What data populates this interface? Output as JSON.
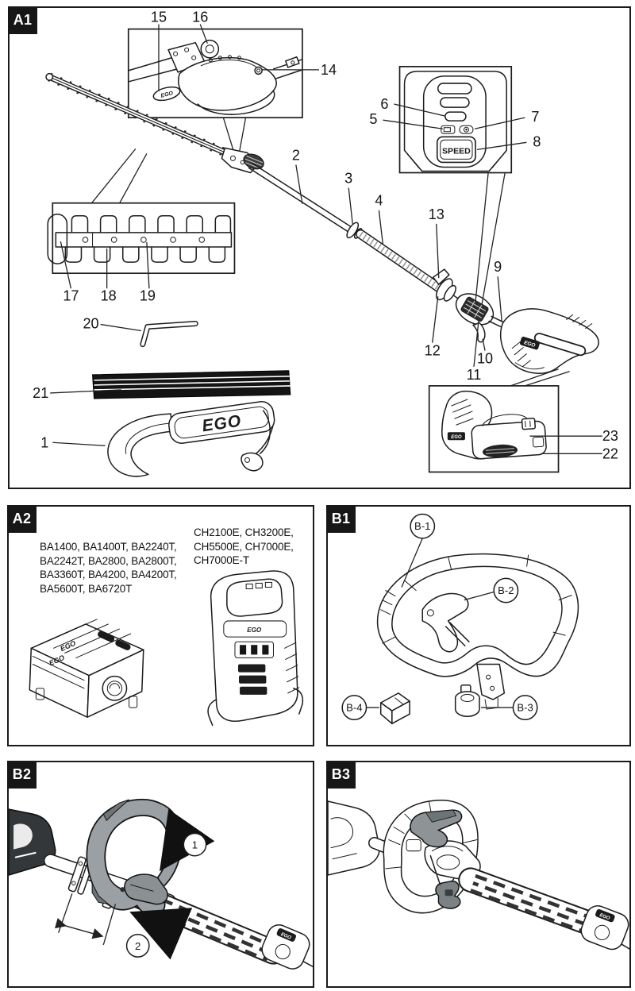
{
  "brand": "EGO",
  "panels": {
    "a1": {
      "label": "A1",
      "speed_button": "SPEED",
      "callouts": {
        "c1": "1",
        "c2": "2",
        "c3": "3",
        "c4": "4",
        "c5": "5",
        "c6": "6",
        "c7": "7",
        "c8": "8",
        "c9": "9",
        "c10": "10",
        "c11": "11",
        "c12": "12",
        "c13": "13",
        "c14": "14",
        "c15": "15",
        "c16": "16",
        "c17": "17",
        "c18": "18",
        "c19": "19",
        "c20": "20",
        "c21": "21",
        "c22": "22",
        "c23": "23"
      }
    },
    "a2": {
      "label": "A2",
      "battery_models": [
        "BA1400, BA1400T, BA2240T,",
        "BA2242T, BA2800, BA2800T,",
        "BA3360T, BA4200, BA4200T,",
        "BA5600T, BA6720T"
      ],
      "charger_models": [
        "CH2100E, CH3200E,",
        "CH5500E, CH7000E,",
        "CH7000E-T"
      ]
    },
    "b1": {
      "label": "B1",
      "callouts": {
        "b1": "B-1",
        "b2": "B-2",
        "b3": "B-3",
        "b4": "B-4"
      }
    },
    "b2": {
      "label": "B2",
      "callouts": {
        "step1": "1",
        "step2": "2"
      }
    },
    "b3": {
      "label": "B3"
    }
  }
}
